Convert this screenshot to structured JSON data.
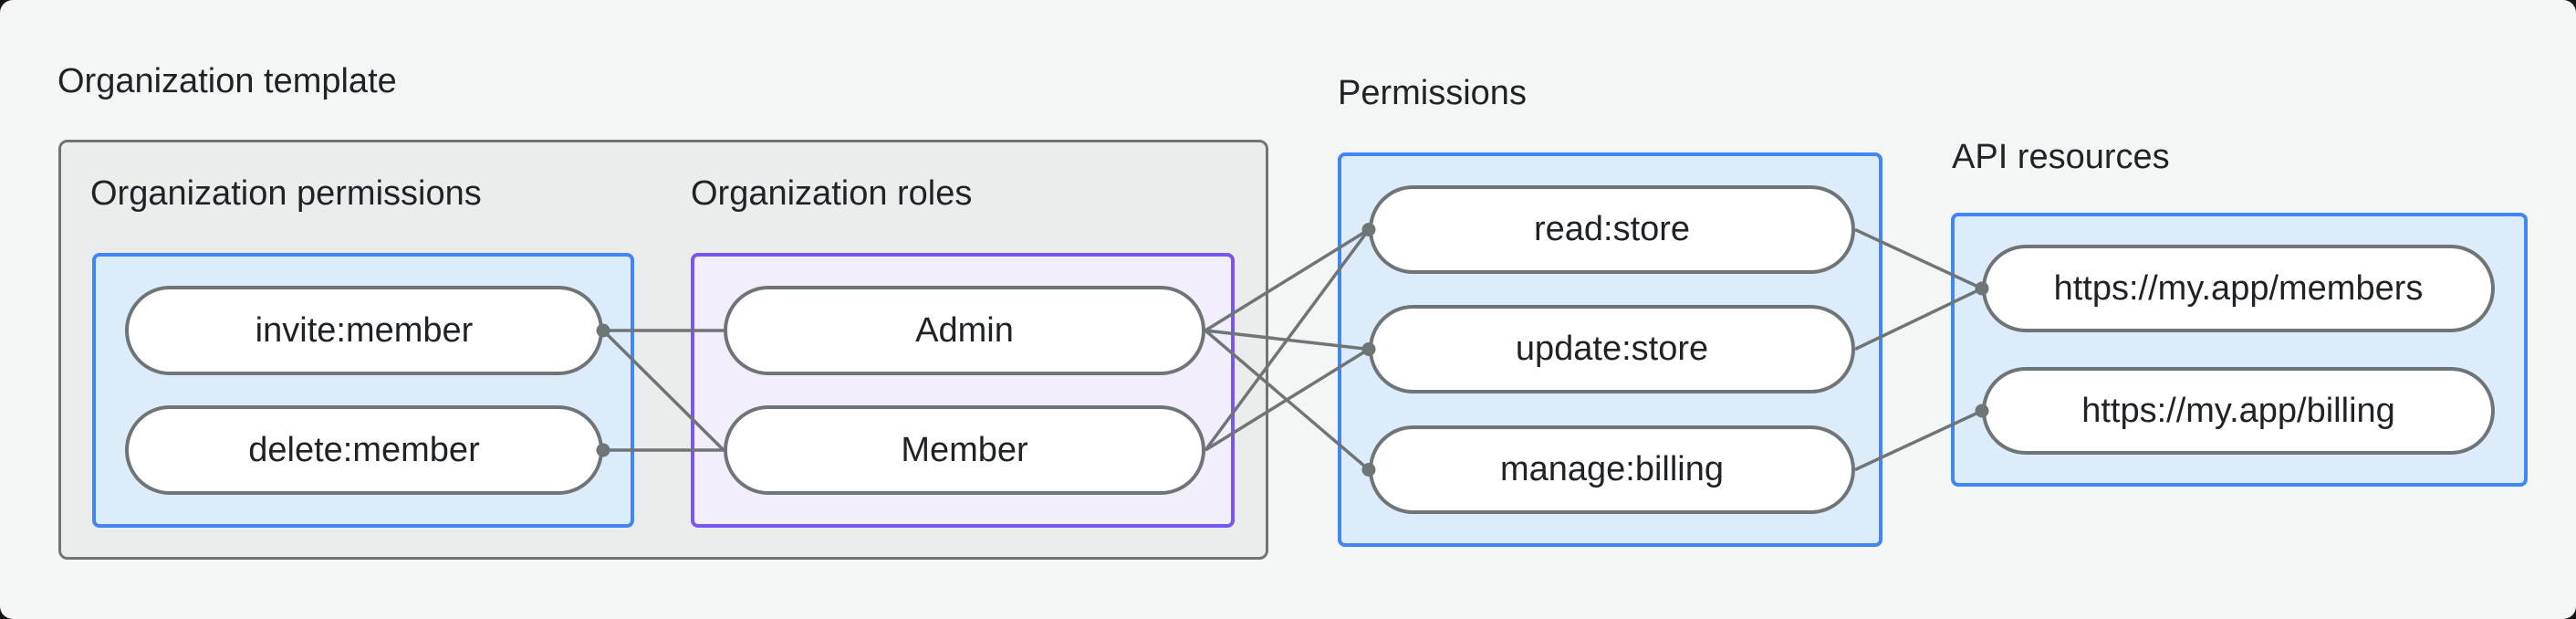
{
  "colors": {
    "page-bg": "#141414",
    "canvas-bg": "#f4f6f5",
    "outer-box-fill": "#ebedec",
    "outer-box-border": "#717477",
    "blue-box-fill": "#dcecfa",
    "blue-box-border": "#4285f4",
    "purple-box-fill": "#f3eefb",
    "purple-box-border": "#7a56f0",
    "node-fill": "#ffffff",
    "node-border": "#6f7477",
    "edge_line": "#6f7477",
    "connector_dot": "#6f7477",
    "text": "#1f2327"
  },
  "org_template": {
    "label": "Organization template",
    "org_permissions": {
      "label": "Organization permissions",
      "nodes": [
        {
          "id": "invite_member",
          "label": "invite:member",
          "connector_dot": "right"
        },
        {
          "id": "delete_member",
          "label": "delete:member",
          "connector_dot": "right"
        }
      ]
    },
    "org_roles": {
      "label": "Organization roles",
      "nodes": [
        {
          "id": "admin",
          "label": "Admin",
          "connector_dot": "none"
        },
        {
          "id": "member",
          "label": "Member",
          "connector_dot": "none"
        }
      ]
    }
  },
  "permissions": {
    "label": "Permissions",
    "nodes": [
      {
        "id": "read_store",
        "label": "read:store",
        "connector_dot": "left"
      },
      {
        "id": "update_store",
        "label": "update:store",
        "connector_dot": "left"
      },
      {
        "id": "manage_billing",
        "label": "manage:billing",
        "connector_dot": "left"
      }
    ]
  },
  "api_resources": {
    "label": "API resources",
    "nodes": [
      {
        "id": "api_members",
        "label": "https://my.app/members",
        "connector_dot": "left"
      },
      {
        "id": "api_billing",
        "label": "https://my.app/billing",
        "connector_dot": "left"
      }
    ]
  },
  "edges": [
    {
      "from": "invite_member",
      "to": "admin"
    },
    {
      "from": "invite_member",
      "to": "member"
    },
    {
      "from": "delete_member",
      "to": "member"
    },
    {
      "from": "admin",
      "to": "read_store"
    },
    {
      "from": "admin",
      "to": "update_store"
    },
    {
      "from": "admin",
      "to": "manage_billing"
    },
    {
      "from": "member",
      "to": "read_store"
    },
    {
      "from": "member",
      "to": "update_store"
    },
    {
      "from": "read_store",
      "to": "api_members"
    },
    {
      "from": "update_store",
      "to": "api_members"
    },
    {
      "from": "manage_billing",
      "to": "api_billing"
    }
  ]
}
